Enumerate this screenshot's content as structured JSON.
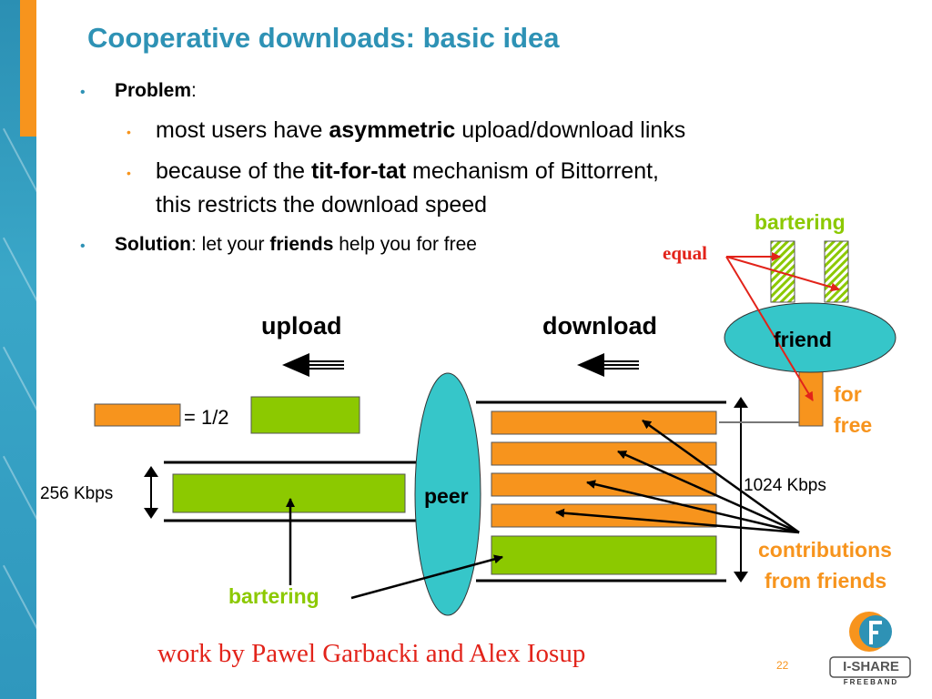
{
  "slide": {
    "title": "Cooperative downloads: basic idea",
    "bullets": {
      "problem_label": "Problem",
      "problem_colon": ":",
      "sub1_pre": "most users have ",
      "sub1_bold": "asymmetric",
      "sub1_post": " upload/download links",
      "sub2_pre": "because of the ",
      "sub2_bold": "tit-for-tat",
      "sub2_post": " mechanism of Bittorrent,",
      "sub2_line2": "this restricts the download speed",
      "solution_label": "Solution",
      "solution_pre": ": let your ",
      "solution_bold": "friends",
      "solution_post": " help you for free"
    },
    "diagram": {
      "upload": "upload",
      "download": "download",
      "equals_half": "= 1/2",
      "upload_speed": "256 Kbps",
      "download_speed": "1024 Kbps",
      "peer": "peer",
      "friend": "friend",
      "bartering_top": "bartering",
      "bartering_bottom": "bartering",
      "equal": "equal",
      "for_free_line1": "for",
      "for_free_line2": "free",
      "contributions_line1": "contributions",
      "contributions_line2": "from friends"
    },
    "credit": "work by Pawel Garbacki and Alex Iosup",
    "page_number": "22",
    "logo_text": "I-SHARE",
    "logo_subtext": "FREEBAND",
    "colors": {
      "title": "#2e92b5",
      "orange": "#f7941d",
      "green": "#8cc900",
      "teal": "#36c6c9",
      "red": "#e2231a"
    }
  }
}
